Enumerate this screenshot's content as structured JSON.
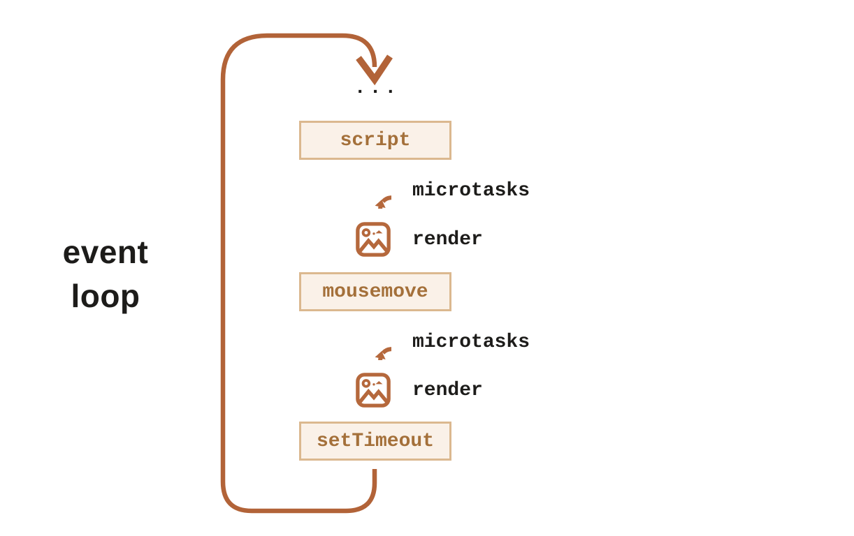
{
  "title": {
    "line1": "event",
    "line2": "loop"
  },
  "ellipsis": "...",
  "sequence": [
    {
      "kind": "task-box",
      "label": "script"
    },
    {
      "kind": "phase",
      "icon": "cycle-arrows-icon",
      "label": "microtasks"
    },
    {
      "kind": "phase",
      "icon": "image-icon",
      "label": "render"
    },
    {
      "kind": "task-box",
      "label": "mousemove"
    },
    {
      "kind": "phase",
      "icon": "cycle-arrows-icon",
      "label": "microtasks"
    },
    {
      "kind": "phase",
      "icon": "image-icon",
      "label": "render"
    },
    {
      "kind": "task-box",
      "label": "setTimeout"
    }
  ],
  "icons": {
    "loop": "loop-arrow",
    "microtasks": "cycle-arrows-icon",
    "render": "image-icon"
  },
  "colors": {
    "accent": "#b26338",
    "icon_accent": "#b5683c",
    "box_border": "#dbb88f",
    "box_background": "#faf1e8",
    "box_text": "#a4703a",
    "label_text": "#1d1c1a",
    "background": "#ffffff"
  }
}
